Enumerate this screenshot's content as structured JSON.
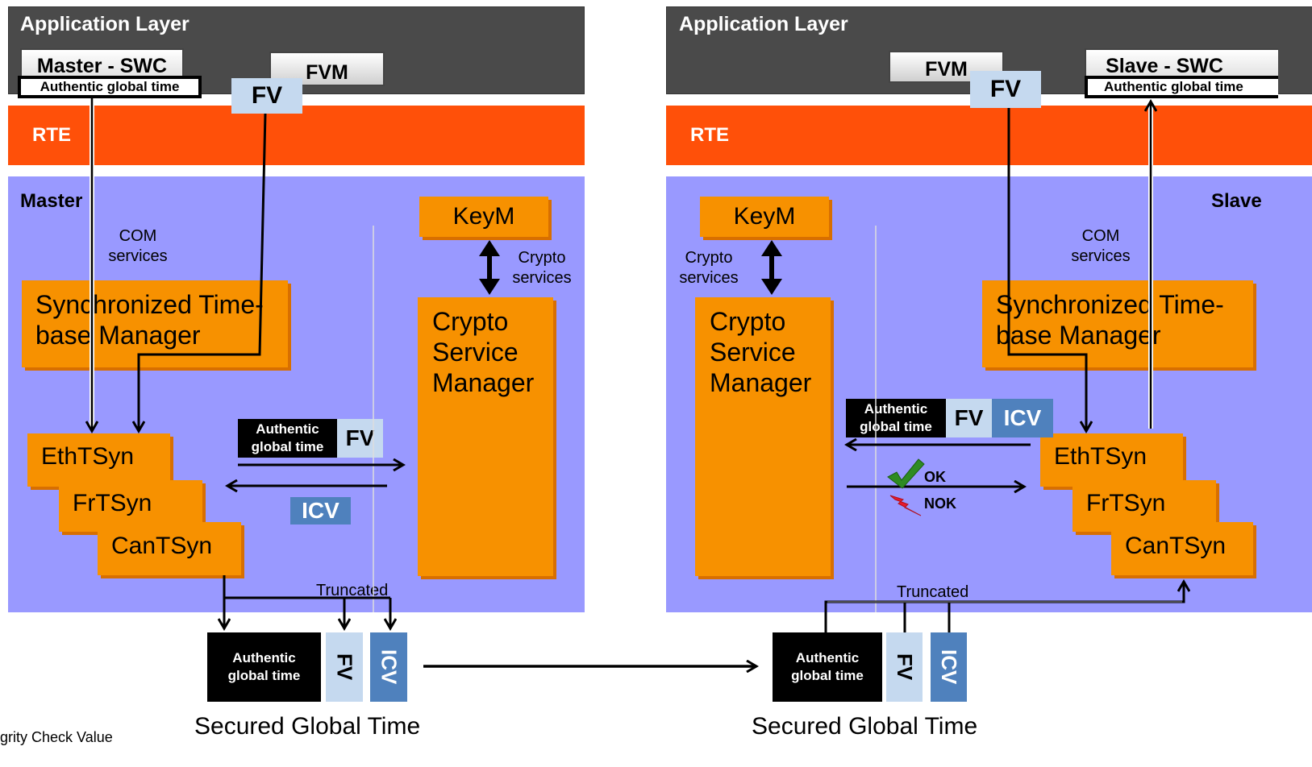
{
  "master": {
    "app_layer": "Application Layer",
    "swc": "Master - SWC",
    "agt": "Authentic global time",
    "fvm": "FVM",
    "fv": "FV",
    "rte": "RTE",
    "bsw_label": "Master",
    "com_services": [
      "COM",
      "services"
    ],
    "stbm": [
      "Synchronized Time-",
      "base Manager"
    ],
    "keym": "KeyM",
    "crypto_services": [
      "Crypto",
      "services"
    ],
    "csm": [
      "Crypto",
      "Service",
      "Manager"
    ],
    "ethtsyn": "EthTSyn",
    "frtsyn": "FrTSyn",
    "cantsyn": "CanTSyn",
    "msg_agt": [
      "Authentic",
      "global time"
    ],
    "msg_fv": "FV",
    "msg_icv": "ICV",
    "truncated": "Truncated",
    "out_agt": [
      "Authentic",
      "global time"
    ],
    "out_fv": "FV",
    "out_icv": "ICV",
    "secured": "Secured Global Time"
  },
  "slave": {
    "app_layer": "Application Layer",
    "swc": "Slave - SWC",
    "agt": "Authentic global time",
    "fvm": "FVM",
    "fv": "FV",
    "rte": "RTE",
    "bsw_label": "Slave",
    "com_services": [
      "COM",
      "services"
    ],
    "stbm": [
      "Synchronized Time-",
      "base Manager"
    ],
    "keym": "KeyM",
    "crypto_services": [
      "Crypto",
      "services"
    ],
    "csm": [
      "Crypto",
      "Service",
      "Manager"
    ],
    "ethtsyn": "EthTSyn",
    "frtsyn": "FrTSyn",
    "cantsyn": "CanTSyn",
    "msg_agt": [
      "Authentic",
      "global time"
    ],
    "msg_fv": "FV",
    "msg_icv": "ICV",
    "ok": "OK",
    "nok": "NOK",
    "truncated": "Truncated",
    "in_agt": [
      "Authentic",
      "global time"
    ],
    "in_fv": "FV",
    "in_icv": "ICV",
    "secured": "Secured Global Time"
  },
  "footnote": "grity Check Value",
  "colors": {
    "rte": "#ff5009",
    "bsw": "#9999ff",
    "module": "#f79100",
    "fv": "#c5d9ef",
    "icv": "#4f81bd",
    "app_layer": "#4a4a4a"
  }
}
